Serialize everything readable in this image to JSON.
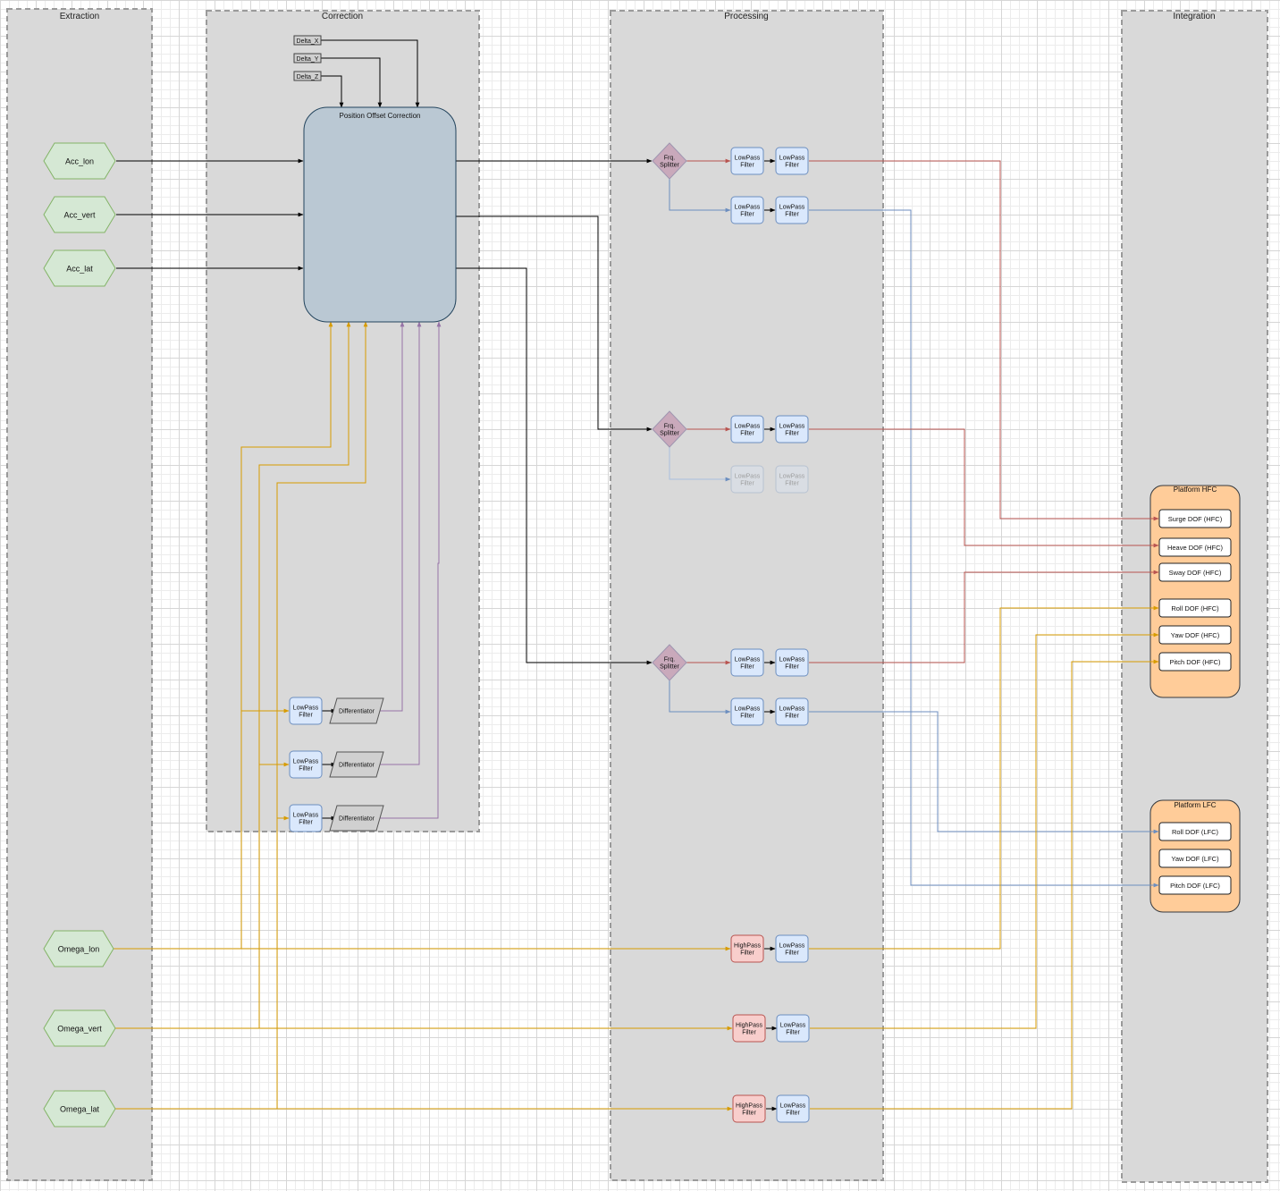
{
  "lanes": {
    "extraction": "Extraction",
    "correction": "Correction",
    "processing": "Processing",
    "integration": "Integration"
  },
  "inputs": {
    "acc_lon": "Acc_lon",
    "acc_vert": "Acc_vert",
    "acc_lat": "Acc_lat",
    "omega_lon": "Omega_lon",
    "omega_vert": "Omega_vert",
    "omega_lat": "Omega_lat"
  },
  "deltas": {
    "x": "Delta_X",
    "y": "Delta_Y",
    "z": "Delta_Z"
  },
  "correction_block": "Position Offset Correction",
  "lowpass": [
    "LowPass",
    "Filter"
  ],
  "highpass": [
    "HighPass",
    "Filter"
  ],
  "splitter": [
    "Frq.",
    "Splitter"
  ],
  "differentiator": "Differentiator",
  "platform_hfc": {
    "title": "Platform HFC",
    "items": [
      "Surge DOF (HFC)",
      "Heave DOF (HFC)",
      "Sway DOF (HFC)",
      "Roll DOF (HFC)",
      "Yaw DOF (HFC)",
      "Pitch DOF (HFC)"
    ]
  },
  "platform_lfc": {
    "title": "Platform LFC",
    "items": [
      "Roll DOF (LFC)",
      "Yaw DOF (LFC)",
      "Pitch DOF (LFC)"
    ]
  },
  "colors": {
    "black": "#000000",
    "red": "#b85450",
    "blue": "#6c8ebf",
    "orange": "#d79b00",
    "purple": "#9673a6",
    "lane_fill": "#d9d9d9",
    "lane_border": "#9a9a9a",
    "hex_fill": "#d5e8d4",
    "hex_stroke": "#82b366",
    "lp_fill": "#dae8fc",
    "lp_stroke": "#6c8ebf",
    "hp_fill": "#f8cecc",
    "hp_stroke": "#b85450",
    "block_fill": "#bac8d3",
    "block_stroke": "#23445d",
    "platform_fill": "#ffcc99",
    "platform_stroke": "#36393d"
  }
}
